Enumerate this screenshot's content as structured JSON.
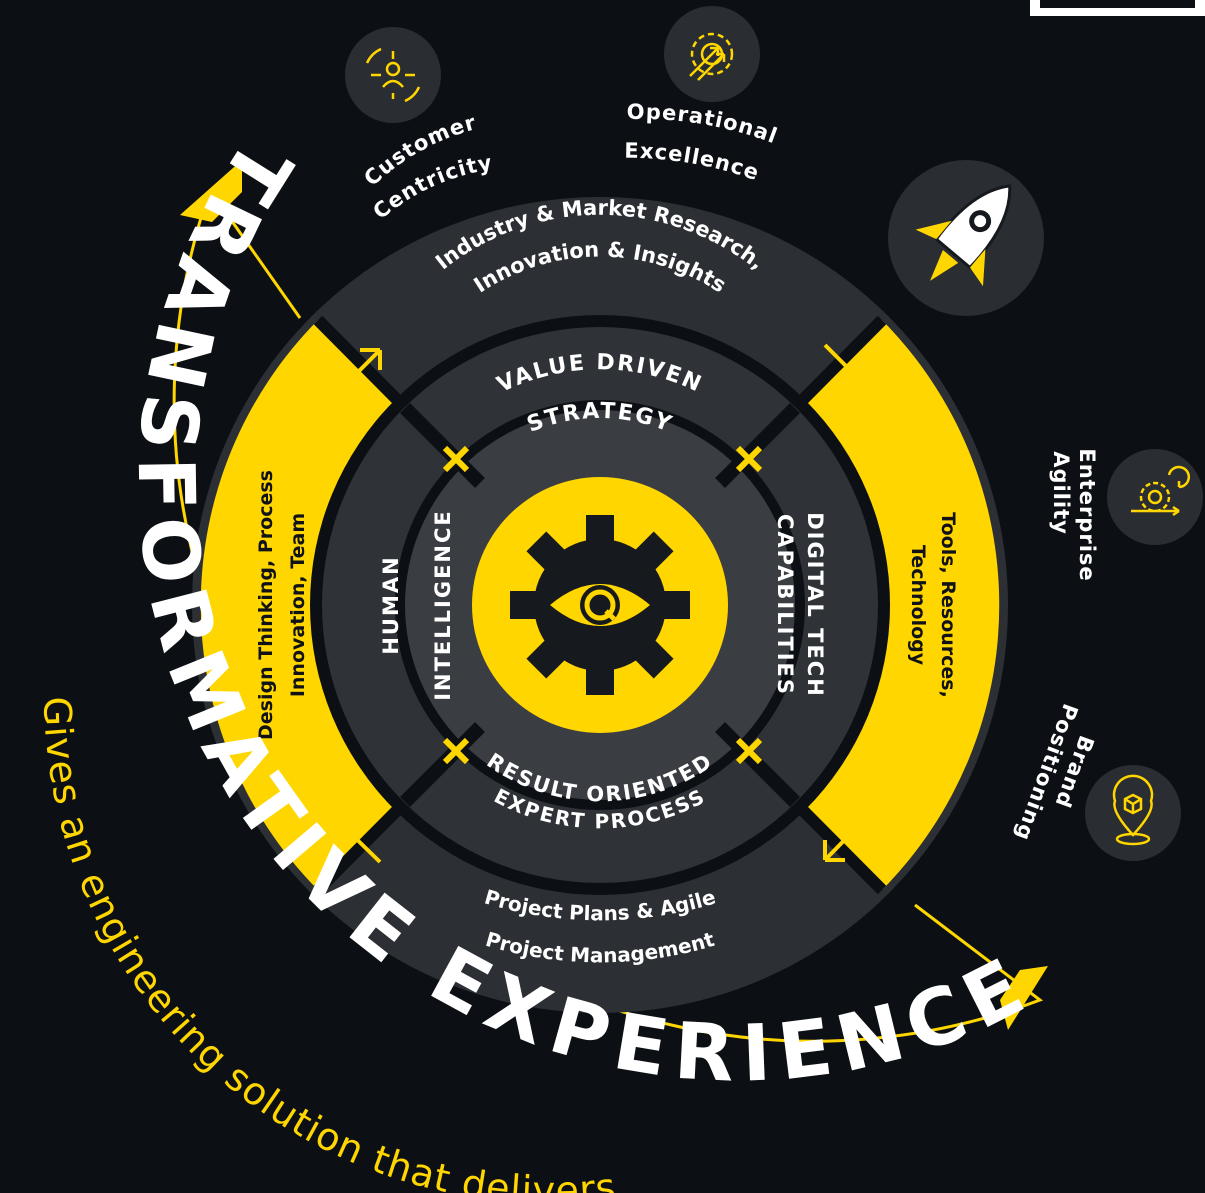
{
  "colors": {
    "background": "#0c1015",
    "accent": "#ffd600",
    "panel_dark": "#2c2f33",
    "ring_mid": "#3a3d42",
    "icon_circle": "#2a2d31",
    "text_light": "#ffffff",
    "text_dark": "#101215"
  },
  "outer_arc": {
    "headline": "TRANSFORMATIVE EXPERIENCE",
    "tagline": "Gives an engineering solution that delivers"
  },
  "pillars": {
    "top": "VALUE DRIVEN STRATEGY",
    "left": "HUMAN INTELLIGENCE",
    "right": "DIGITAL TECH CAPABILITIES",
    "bottom": "RESULT ORIENTED EXPERT PROCESS"
  },
  "outer_panels": {
    "top_line1": "Industry & Market Research,",
    "top_line2": "Innovation & Insights",
    "left_line1": "Design Thinking, Process",
    "left_line2": "Innovation, Team",
    "right_line1": "Tools, Resources,",
    "right_line2": "Technology",
    "bottom_line1": "Project Plans & Agile",
    "bottom_line2": "Project Management"
  },
  "outcomes": [
    {
      "line1": "Customer",
      "line2": "Centricity",
      "icon": "customer-focus-icon"
    },
    {
      "line1": "Operational",
      "line2": "Excellence",
      "icon": "gear-arrows-icon"
    },
    {
      "line1": "Enterprise",
      "line2": "Agility",
      "icon": "agile-gear-icon"
    },
    {
      "line1": "Brand",
      "line2": "Positioning",
      "icon": "location-cube-icon"
    }
  ],
  "center_icon": "gear-eye-icon",
  "rocket_icon": "rocket-icon"
}
